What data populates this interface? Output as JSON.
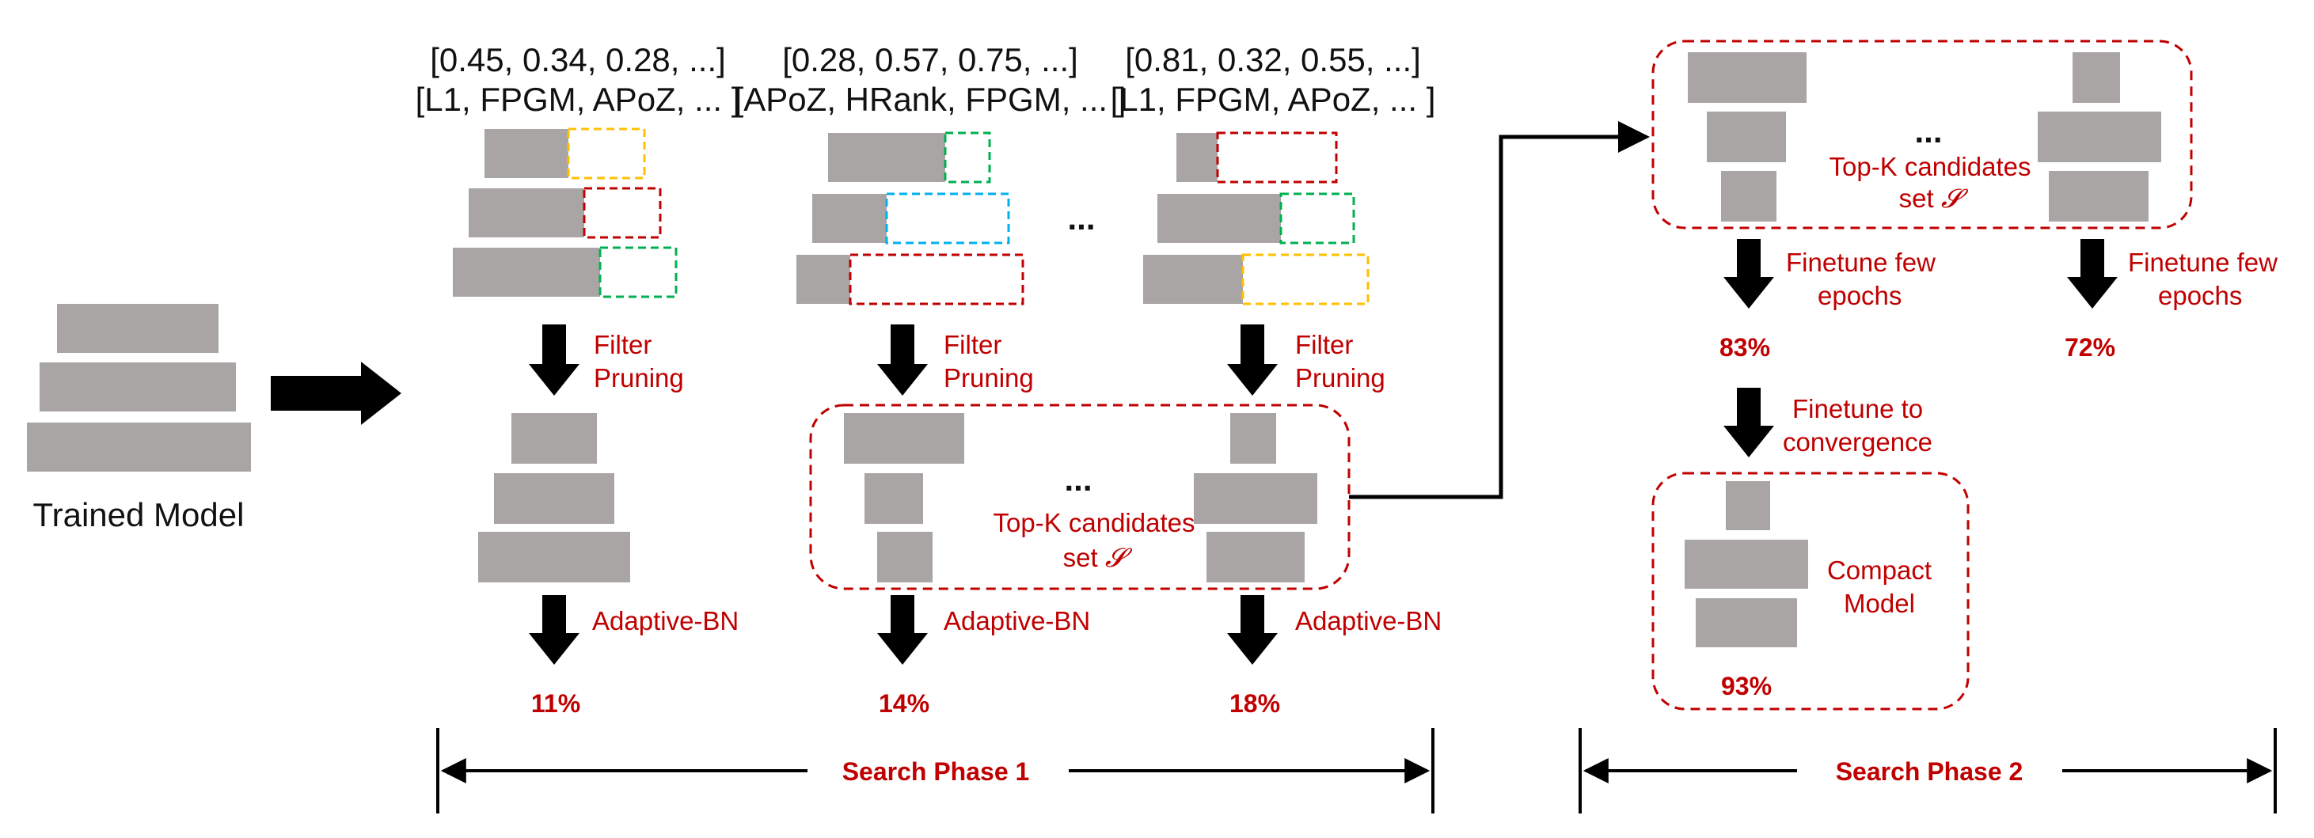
{
  "colors": {
    "block": "#aaa5a5",
    "red": "#c00000",
    "yellow": "#ffc000",
    "green": "#00b050",
    "blue": "#00b0f0",
    "arrow": "#000000"
  },
  "trained_model": {
    "label": "Trained Model"
  },
  "columns": [
    {
      "ratios": "[0.45, 0.34, 0.28, ...]",
      "criteria": "[L1, FPGM, APoZ, ... ]",
      "step": "Filter\nPruning",
      "bn": "Adaptive-BN",
      "accuracy": "11%"
    },
    {
      "ratios": "[0.28, 0.57, 0.75, ...]",
      "criteria": "[APoZ, HRank, FPGM, ... ]",
      "step": "Filter\nPruning",
      "bn": "Adaptive-BN",
      "accuracy": "14%"
    },
    {
      "ratios": "[0.81, 0.32, 0.55, ...]",
      "criteria": "[L1, FPGM, APoZ, ... ]",
      "step": "Filter\nPruning",
      "bn": "Adaptive-BN",
      "accuracy": "18%"
    }
  ],
  "ellipsis": "...",
  "candidates_label": "Top-K candidates",
  "set_label": "set",
  "set_symbol": "𝓢",
  "phase2": {
    "finetune_few": "Finetune few\nepochs",
    "acc_left": "83%",
    "acc_right": "72%",
    "finetune_conv": "Finetune to\nconvergence",
    "compact": "Compact\nModel",
    "acc_final": "93%"
  },
  "phases": {
    "phase1": "Search Phase 1",
    "phase2": "Search Phase 2"
  }
}
